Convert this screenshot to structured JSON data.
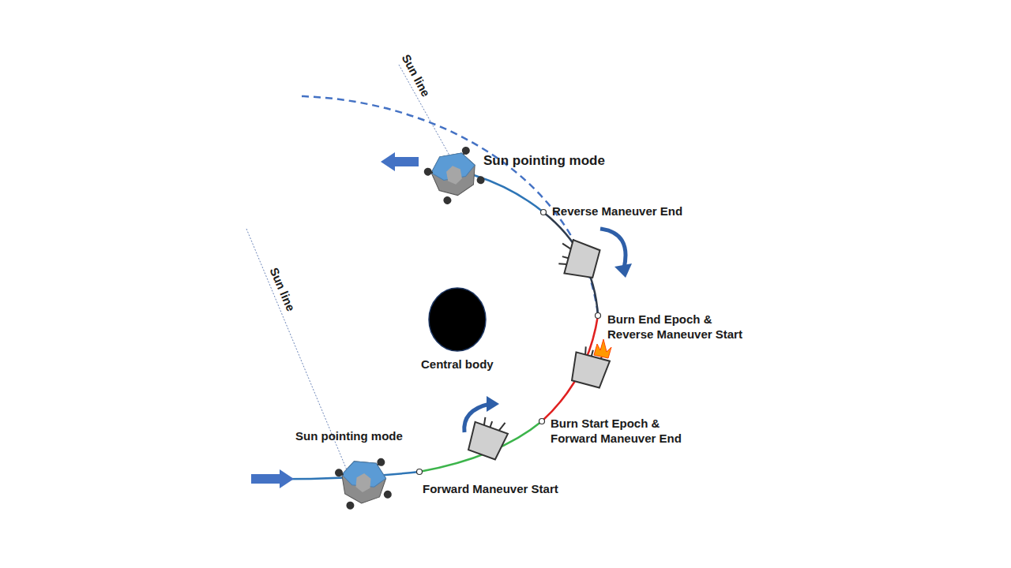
{
  "diagram": {
    "nodes": [
      {
        "text": [
          "Central body"
        ]
      }
    ],
    "labels": [
      "Sun line",
      "Sun pointing mode",
      "Reverse Maneuver End",
      "Burn End Epoch & Reverse Maneuver Start",
      "Burn Start Epoch & Forward Maneuver End",
      "Forward Maneuver Start",
      "Sun line",
      "Sun pointing mode"
    ]
  }
}
